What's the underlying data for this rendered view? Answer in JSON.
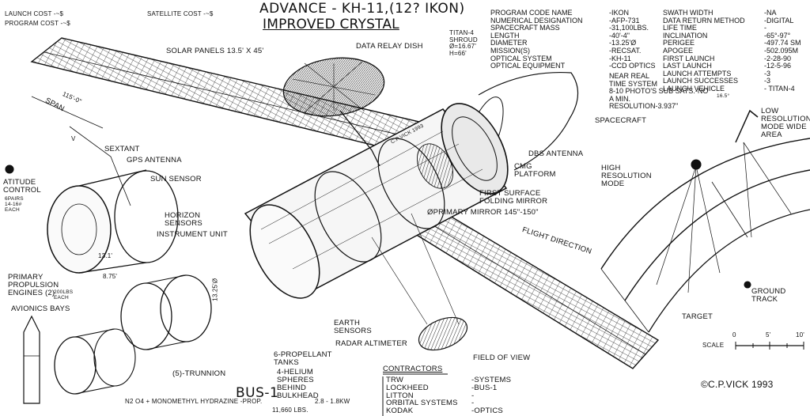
{
  "header": {
    "launch_cost": "LAUNCH COST -~$",
    "program_cost": "PROGRAM COST -~$",
    "satellite_cost": "SATELLITE COST -~$",
    "title": "ADVANCE - KH-11,(12? IKON)",
    "subtitle": "IMPROVED CRYSTAL"
  },
  "specs": {
    "left_keys": "PROGRAM CODE NAME\nNUMERICAL DESIGNATION\nSPACECRAFT MASS\nLENGTH\nDIAMETER\nMISSION(S)\nOPTICAL SYSTEM\nOPTICAL EQUIPMENT",
    "left_values": "-IKON\n-AFP-731\n-31,100LBS.\n-40'-4\"\n-13.25'Ø\n-RECSAT.\n-KH-11\n-CCD OPTICS",
    "right_keys": "SWATH WIDTH\nDATA RETURN METHOD\nLIFE TIME\nINCLINATION\nPERIGEE\nAPOGEE\nFIRST LAUNCH\nLAST LAUNCH\nLAUNCH ATTEMPTS\nLAUNCH SUCCESSES\nLAUNCH VEHICLE",
    "right_values": "-NA\n-DIGITAL\n-\n-65°-97°\n-497.74 SM\n-502.095M\n-2-28-90\n-12-5-96\n-3\n-3\n- TITAN-4",
    "near_real_time": "NEAR REAL\nTIME SYSTEM\n8-10 PHOTO'S SUB SATS.-NO\nA MIN.\nRESOLUTION-3.937\""
  },
  "labels": {
    "solar_panels": "SOLAR PANELS 13.5' X 45'",
    "data_relay_dish": "DATA RELAY DISH",
    "titan_shroud": "TITAN-4\nSHROUD\nØ=16.67'\nH=66'",
    "span": "SPAN",
    "span_dim": "115'-0\"",
    "sextant": "SEXTANT",
    "gps_antenna": "GPS ANTENNA",
    "attitude_control": "ATITUDE\nCONTROL",
    "attitude_pairs": "6PAIRS\n14-16#\nEACH",
    "sun_sensor": "SUN SENSOR",
    "horizon_sensors": "HORIZON\nSENSORS",
    "instrument_unit": "INSTRUMENT UNIT",
    "dbs_antenna": "DBS ANTENNA",
    "cmg_platform": "CMG\nPLATFORM",
    "first_surface_mirror": "FIRST SURFACE\nFOLDING MIRROR",
    "primary_mirror": "ØPRIMARY MIRROR 145\"-150\"",
    "primary_propulsion": "PRIMARY\nPROPULSION\nENGINES (2)",
    "propulsion_thrust": "200lbs\nEACH",
    "avionics_bays": "AVIONICS BAYS",
    "dim_13_1": "13.1'",
    "dim_8_75": "8.75'",
    "dim_13_25": "13.25'Ø",
    "earth_sensors": "EARTH\nSENSORS",
    "radar_altimeter": "RADAR ALTIMETER",
    "propellant_tanks": "6-PROPELLANT\nTANKS",
    "helium_spheres": "4-HELIUM\nSPHERES\nBEHIND\nBULKHEAD",
    "helium_spec": "2.8 - 1.8KW",
    "trunnion": "(5)-TRUNNION",
    "bus": "BUS-1",
    "propellant": "N2 O4 + MONOMETHYL HYDRAZINE -PROP.",
    "propellant_mass": "11,660 LBS.",
    "field_of_view": "FIELD OF VIEW",
    "flight_direction": "FLIGHT DIRECTION",
    "spacecraft": "SPACECRAFT",
    "high_resolution": "HIGH\nRESOLUTION\nMODE",
    "low_resolution": "LOW\nRESOLUTION\nMODE WIDE\nAREA",
    "ground_track": "GROUND\nTRACK",
    "target": "TARGET",
    "scale_label": "SCALE",
    "scale_0": "0",
    "scale_5": "5'",
    "scale_10": "10'",
    "body_text": "C.P.VICK 1993",
    "angle_top": "16.5°",
    "v_label": "V",
    "copyright": "©C.P.VICK 1993"
  },
  "contractors": {
    "title": "CONTRACTORS",
    "names": "TRW\nLOCKHEED\nLITTON\nORBITAL SYSTEMS\nKODAK",
    "roles": "-SYSTEMS\n-BUS-1\n-\n-\n-OPTICS"
  }
}
